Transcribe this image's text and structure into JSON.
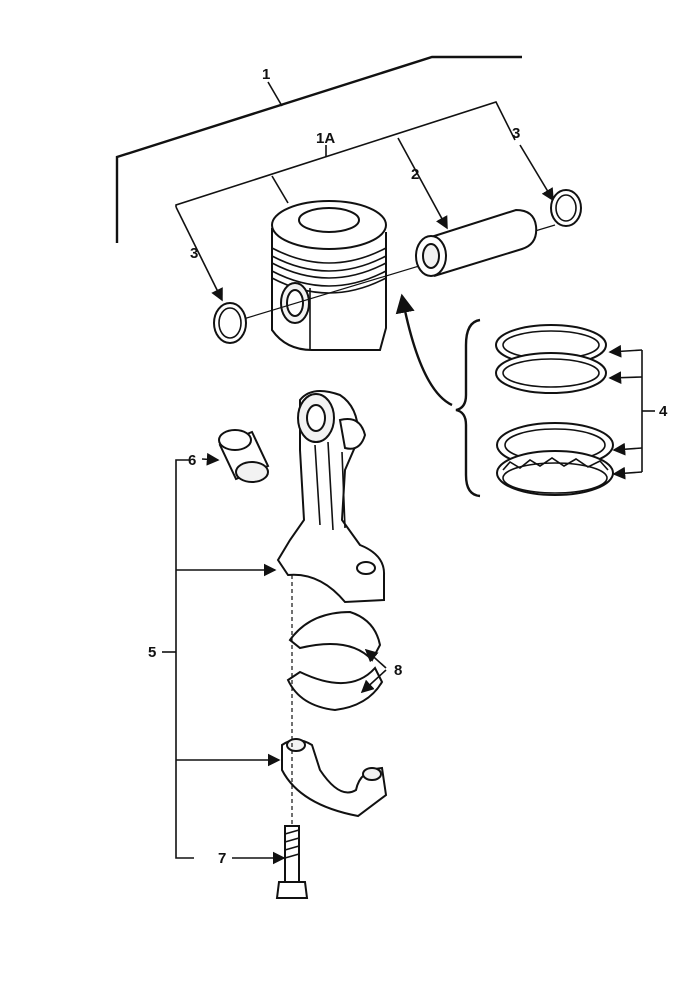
{
  "diagram": {
    "callouts": {
      "c1": "1",
      "c1a": "1A",
      "c2": "2",
      "c3_left": "3",
      "c3_right": "3",
      "c4": "4",
      "c5": "5",
      "c6": "6",
      "c7": "7",
      "c8": "8"
    }
  }
}
